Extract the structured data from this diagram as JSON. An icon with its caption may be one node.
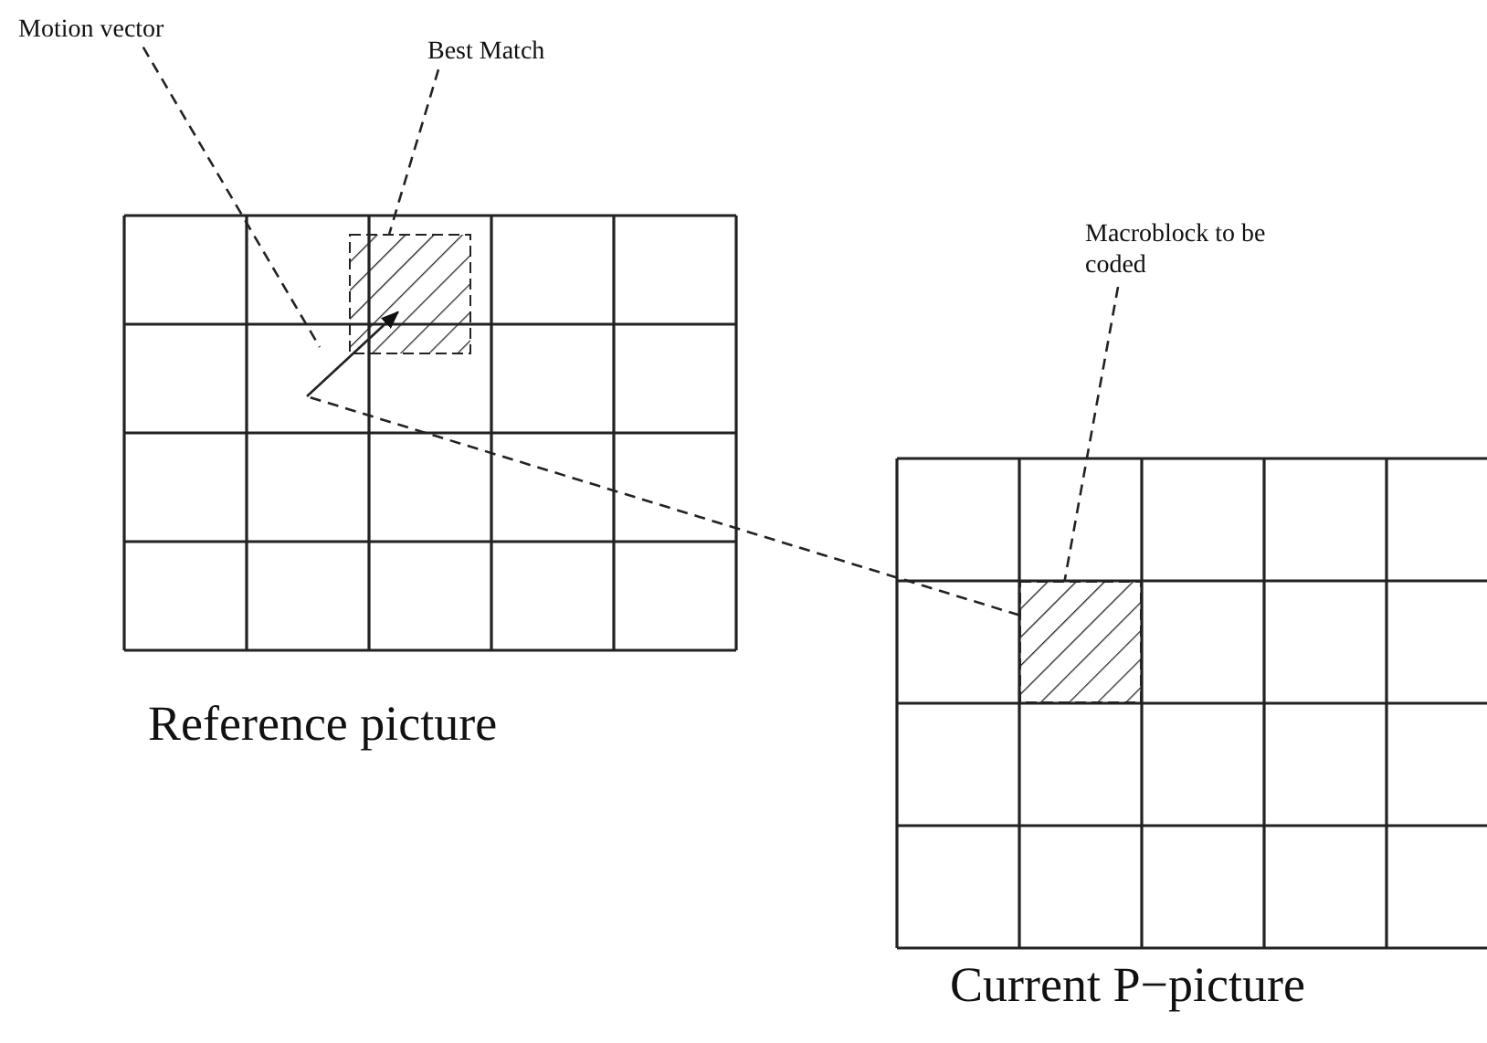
{
  "diagram": {
    "nodes": [
      {
        "text": [
          "Motion vector"
        ]
      },
      {
        "text": [
          "Best Match"
        ]
      },
      {
        "text": [
          "Macroblock to be coded"
        ]
      },
      {
        "text": [
          "Reference picture"
        ]
      },
      {
        "text": [
          "Current P−picture"
        ]
      },
      {
        "text": [],
        "shape": "box",
        "in": 3
      },
      {
        "text": [],
        "shape": "box",
        "in": 4
      }
    ],
    "edges": [
      {
        "from": 0,
        "to": null,
        "arrow": "none",
        "style": "dashed"
      },
      {
        "from": 1,
        "to": 5,
        "arrow": "none",
        "style": "dashed"
      },
      {
        "from": 2,
        "to": 6,
        "arrow": "none",
        "style": "dashed"
      },
      {
        "from": null,
        "to": 5,
        "arrow": "to"
      },
      {
        "from": 6,
        "to": null,
        "arrow": "none",
        "style": "dashed"
      }
    ]
  }
}
